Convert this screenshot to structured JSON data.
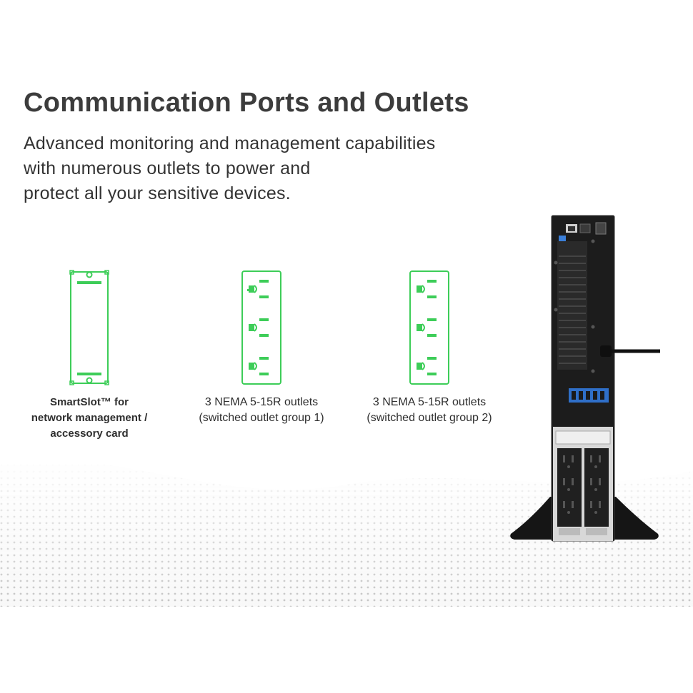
{
  "header": {
    "title": "Communication Ports and Outlets",
    "subtitle_lines": [
      "Advanced monitoring and management capabilities",
      "with numerous outlets to power and",
      "protect all your sensitive devices."
    ]
  },
  "features": [
    {
      "icon": "smartslot-card-icon",
      "caption_lines": [
        "SmartSlot™ for",
        "network management /",
        "accessory card"
      ]
    },
    {
      "icon": "nema-outlet-group-icon",
      "caption_lines": [
        "3 NEMA 5-15R outlets",
        "(switched outlet group 1)"
      ]
    },
    {
      "icon": "nema-outlet-group-icon",
      "caption_lines": [
        "3 NEMA 5-15R outlets",
        "(switched outlet group 2)"
      ]
    }
  ],
  "colors": {
    "accent_green": "#3dcd58",
    "heading": "#3c3c3c",
    "ups_body": "#1c1c1c"
  }
}
